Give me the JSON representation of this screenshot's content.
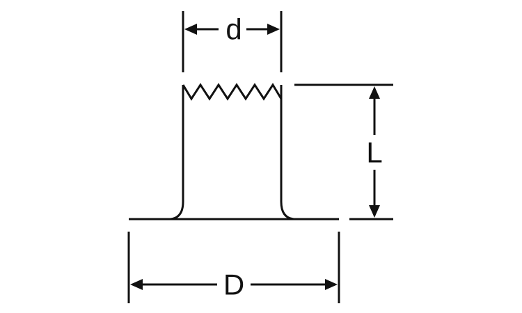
{
  "diagram": {
    "labels": {
      "top_diameter": "d",
      "flange_diameter": "D",
      "length": "L"
    },
    "colors": {
      "line": "#111111",
      "background": "#ffffff"
    }
  }
}
